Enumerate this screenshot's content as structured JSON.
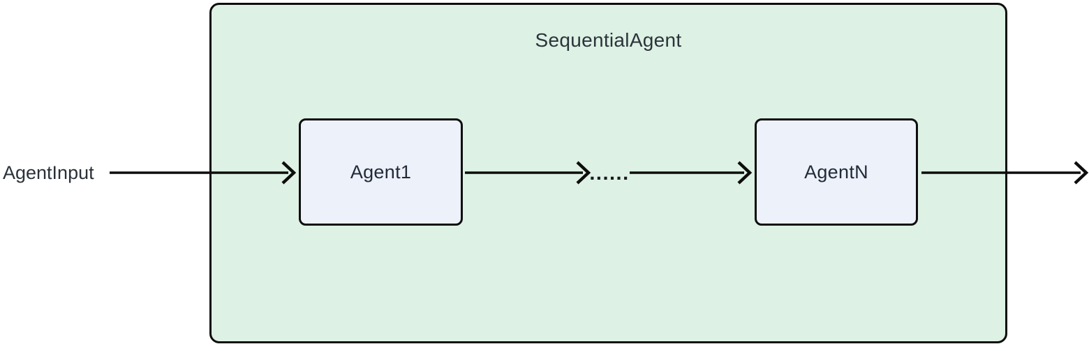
{
  "diagram": {
    "type": "flowchart",
    "direction": "left-to-right",
    "cluster": {
      "label": "SequentialAgent"
    },
    "nodes": [
      {
        "id": "agent1",
        "label": "Agent1"
      },
      {
        "id": "agentn",
        "label": "AgentN"
      }
    ],
    "external_input_label": "AgentInput",
    "ellipsis_label": "......",
    "edges": [
      "AgentInput -> Agent1",
      "Agent1 -> ellipsis",
      "ellipsis -> AgentN",
      "AgentN -> output (exits cluster right edge)"
    ],
    "colors": {
      "page_background": "#ffffff",
      "cluster_fill": "#ddf1e4",
      "cluster_border": "#0d0d0d",
      "node_fill": "#edf1fa",
      "node_border": "#0d0d0d",
      "arrow_stroke": "#0d0d0d",
      "text": "#2b313a"
    }
  }
}
